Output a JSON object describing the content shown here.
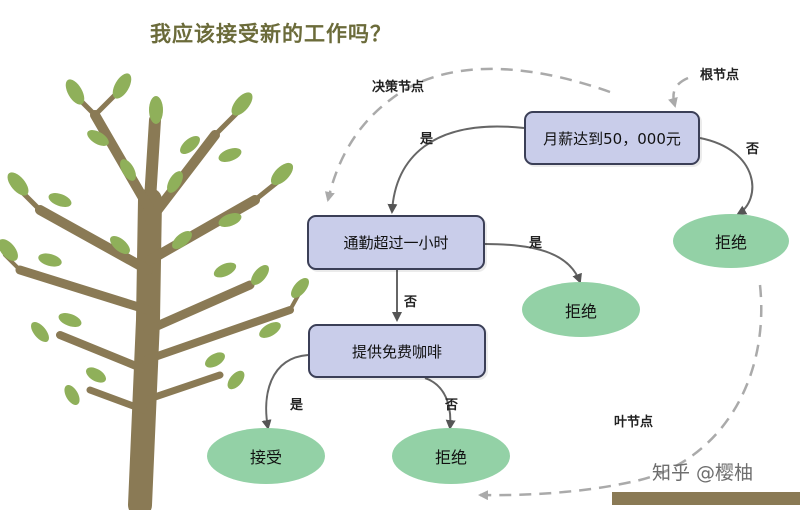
{
  "title": "我应该接受新的工作吗？",
  "nodes": {
    "root": "月薪达到50，000元",
    "commute": "通勤超过一小时",
    "coffee": "提供免费咖啡",
    "reject_salary": "拒绝",
    "reject_commute": "拒绝",
    "accept": "接受",
    "reject_coffee": "拒绝"
  },
  "edge_labels": {
    "yes_root": "是",
    "no_root": "否",
    "yes_commute": "是",
    "no_commute": "否",
    "yes_coffee": "是",
    "no_coffee": "否"
  },
  "annotations": {
    "decision_node": "决策节点",
    "root_node": "根节点",
    "leaf_node": "叶节点"
  },
  "watermark": "知乎 @樱柚",
  "colors": {
    "decision_fill": "#c9cdea",
    "decision_border": "#3b3f57",
    "leaf_fill": "#93d1a6",
    "title": "#6b6b3a",
    "trunk": "#8a7a55",
    "leaf": "#8fb05a"
  }
}
